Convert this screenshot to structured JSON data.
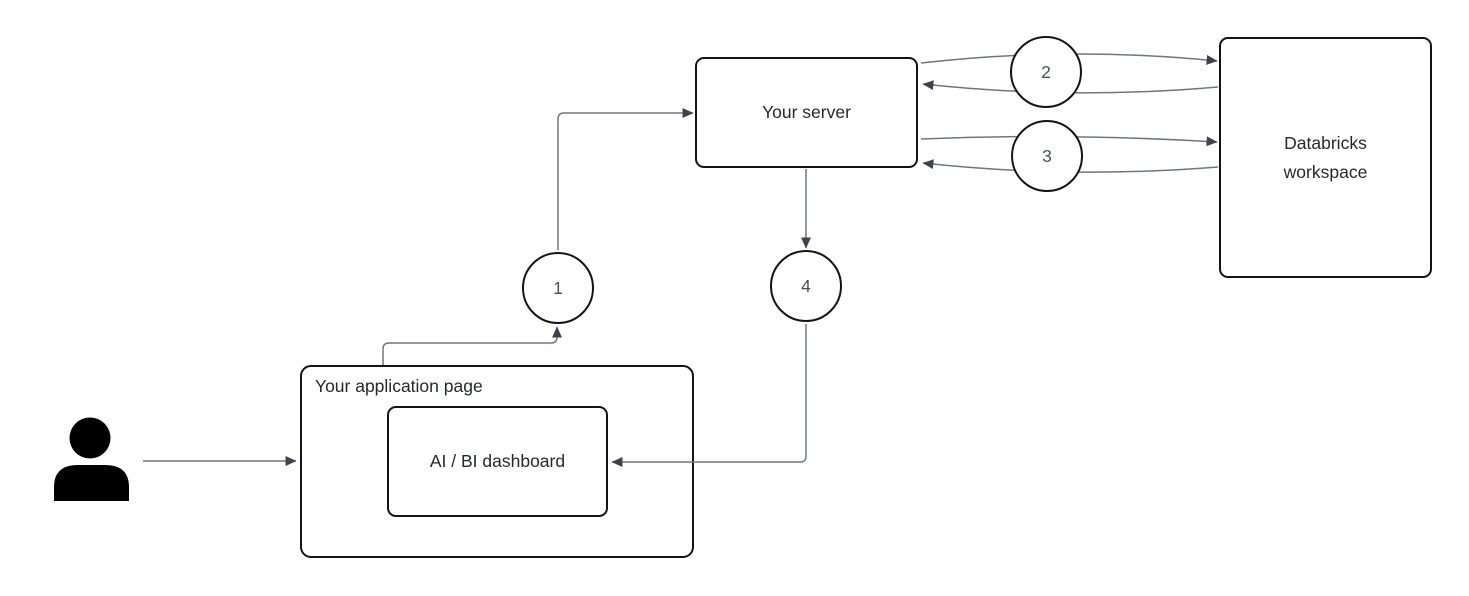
{
  "diagram": {
    "actor": {
      "name": "user"
    },
    "nodes": {
      "application_page": {
        "label": "Your application page"
      },
      "dashboard": {
        "label": "AI / BI dashboard"
      },
      "server": {
        "label": "Your server"
      },
      "workspace": {
        "label": "Databricks workspace"
      }
    },
    "steps": [
      {
        "label": "1"
      },
      {
        "label": "2"
      },
      {
        "label": "3"
      },
      {
        "label": "4"
      }
    ],
    "colors": {
      "background": "#ffffff",
      "box_border": "#141414",
      "connector_line": "#6e7680",
      "arrowhead": "#3b4250",
      "label_text": "#24292e",
      "step_number_text": "#4a5059",
      "actor_fill": "#000000"
    }
  }
}
